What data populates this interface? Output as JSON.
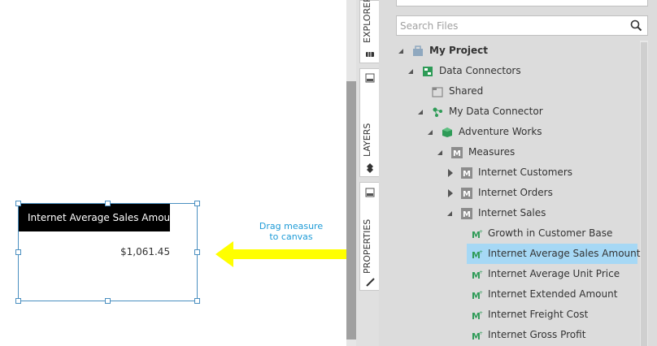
{
  "canvas": {
    "widget_title": "Internet Average Sales Amount",
    "widget_value": "$1,061.45"
  },
  "annotation": {
    "line1": "Drag measure",
    "line2": "to canvas",
    "arrow_color": "#ffff00"
  },
  "side_tabs": {
    "explorer": "EXPLORER",
    "layers": "LAYERS",
    "properties": "PROPERTIES"
  },
  "search": {
    "placeholder": "Search Files",
    "value": ""
  },
  "tree": {
    "my_project": "My Project",
    "data_connectors": "Data Connectors",
    "shared": "Shared",
    "my_data_connector": "My Data Connector",
    "adventure_works": "Adventure Works",
    "measures": "Measures",
    "internet_customers": "Internet Customers",
    "internet_orders": "Internet Orders",
    "internet_sales": "Internet Sales",
    "measure_items": [
      "Growth in Customer Base",
      "Internet Average Sales Amount",
      "Internet Average Unit Price",
      "Internet Extended Amount",
      "Internet Freight Cost",
      "Internet Gross Profit"
    ]
  },
  "colors": {
    "accent": "#4a8fc0",
    "selection": "#a6d8f5",
    "annotation_text": "#1e9bd7",
    "measure_icon": "#2e9b57"
  }
}
